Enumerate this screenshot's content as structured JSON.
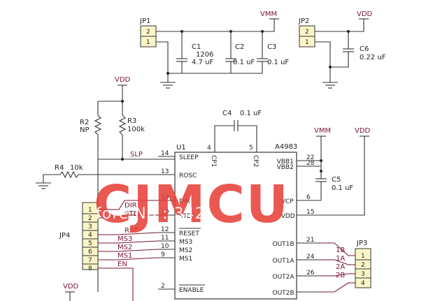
{
  "labels": {
    "vmm_top": "VMM",
    "vdd_top": "VDD",
    "jp1": "JP1",
    "jp2": "JP2",
    "jp1_pin2": "2",
    "jp1_pin1": "1",
    "jp2_pin2": "2",
    "jp2_pin1": "1",
    "c1": "C1",
    "c1_pkg": "1206",
    "c1_val": "4.7 uF",
    "c2": "C2",
    "c2_val": "0.1 uF",
    "c3": "C3",
    "c3_val": "0.1 uF",
    "c6": "C6",
    "c6_val": "0.22 uF",
    "vdd_left": "VDD",
    "r2": "R2",
    "r2_val": "NP",
    "r3": "R3",
    "r3_val": "100k",
    "r4": "R4",
    "r4_val": "10k",
    "c4": "C4",
    "c4_val": "0.1 uF",
    "u1": "U1",
    "part": "A4983",
    "vmm_right": "VMM",
    "vdd_right": "VDD",
    "c5": "C5",
    "c5_val": "0.1 uF",
    "jp4": "JP4",
    "jp3": "JP3",
    "vdd_bottom": "VDD",
    "net_slp": "SLP",
    "net_dir": "DIR",
    "net_step": "STEP",
    "net_rst": "RST",
    "net_ms3": "MS3",
    "net_ms2": "MS2",
    "net_ms1": "MS1",
    "net_en": "EN",
    "net_1b": "1B",
    "net_1a": "1A",
    "net_2a": "2A",
    "net_2b": "2B"
  },
  "ic_left_pins": [
    {
      "num": "14",
      "name": "SLEEP"
    },
    {
      "num": "13",
      "name": "ROSC"
    },
    {
      "num": "19",
      "name": "DIR"
    },
    {
      "num": "10",
      "name": "STEP"
    },
    {
      "num": "12",
      "name": "RESET"
    },
    {
      "num": "11",
      "name": "MS3"
    },
    {
      "num": "10",
      "name": "MS2"
    },
    {
      "num": "9",
      "name": "MS1"
    },
    {
      "num": "2",
      "name": "ENABLE"
    }
  ],
  "ic_top_pins": [
    {
      "num": "4",
      "name": "CP1"
    },
    {
      "num": "5",
      "name": "CP2"
    }
  ],
  "ic_right_pins": [
    {
      "num": "22",
      "name": "VBB1"
    },
    {
      "num": "28",
      "name": "VBB2"
    },
    {
      "num": "6",
      "name": "VCP"
    },
    {
      "num": "15",
      "name": "VDD"
    },
    {
      "num": "21",
      "name": "OUT1B"
    },
    {
      "num": "24",
      "name": "OUT1A"
    },
    {
      "num": "26",
      "name": "OUT2A"
    },
    {
      "num": "",
      "name": "OUT2B"
    }
  ],
  "jp4_pins": [
    "1",
    "2",
    "3",
    "4",
    "5",
    "6",
    "7",
    "8"
  ],
  "jp3_pins": [
    "1",
    "2",
    "3",
    "4"
  ],
  "watermark": {
    "main": "CJMCU",
    "sub": "fore No : 342"
  },
  "colors": {
    "wire": "#333333",
    "net_wire": "#7a1630",
    "connector_fill": "#fbf6c8",
    "watermark": "#e8413a"
  }
}
